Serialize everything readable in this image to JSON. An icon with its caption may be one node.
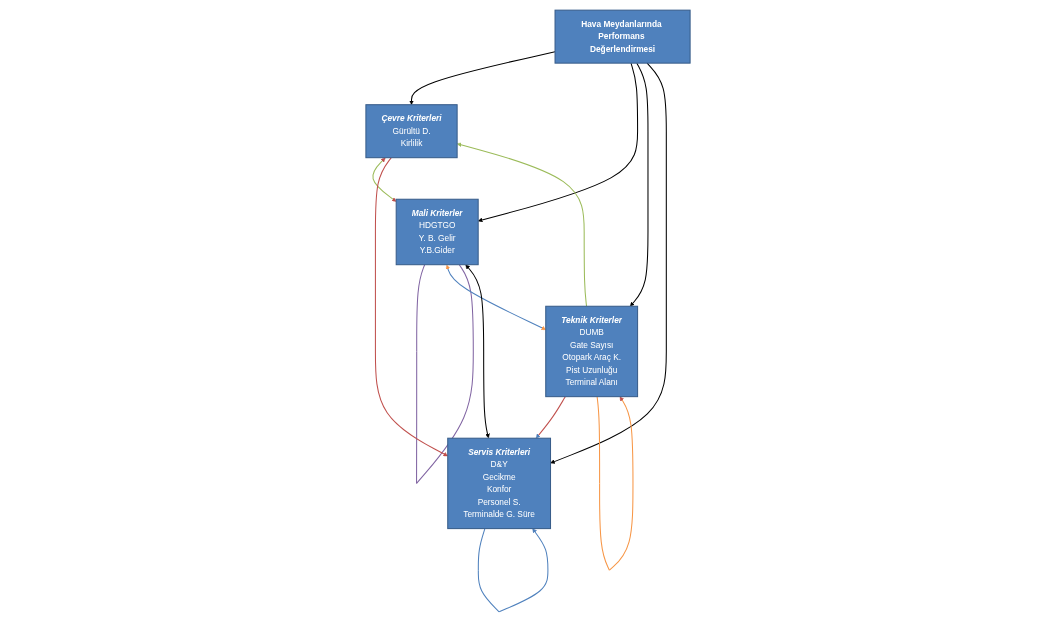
{
  "diagram": {
    "nodes": [
      {
        "text": [
          "Hava Meydanlarında Performans Değerlendirmesi"
        ]
      },
      {
        "text": [
          "Çevre Kriterleri",
          "Gürültü D.",
          "Kirlilik"
        ]
      },
      {
        "text": [
          "Mali Kriterler",
          "HDGTGO",
          "Y. B. Gelir",
          "Y.B.Gider"
        ]
      },
      {
        "text": [
          "Teknik Kriterler",
          "DUMB",
          "Gate Sayısı",
          "Otopark Araç K.",
          "Pist Uzunluğu",
          "Terminal Alanı"
        ]
      },
      {
        "text": [
          "Servis Kriterleri",
          "D&Y",
          "Gecikme",
          "Konfor",
          "Personel S.",
          "Terminalde G. Süre"
        ]
      }
    ],
    "edges": [
      {
        "from": 0,
        "to": 1,
        "arrow": "to"
      },
      {
        "from": 0,
        "to": 2,
        "arrow": "to"
      },
      {
        "from": 0,
        "to": 3,
        "arrow": "to"
      },
      {
        "from": 0,
        "to": 4,
        "arrow": "to"
      },
      {
        "from": 2,
        "to": 2,
        "arrow": "none",
        "color": "#8064a2"
      },
      {
        "from": 1,
        "to": 2,
        "arrow": "both",
        "color": "#9bbb59"
      },
      {
        "from": 2,
        "to": 3,
        "arrow": "both",
        "color": "#4f81bd"
      },
      {
        "from": 3,
        "to": 4,
        "arrow": "to",
        "color": "#c0504d"
      },
      {
        "from": 3,
        "to": 3,
        "arrow": "to",
        "color": "#f79646"
      },
      {
        "from": 4,
        "to": 4,
        "arrow": "to",
        "color": "#4f81bd"
      },
      {
        "from": 3,
        "to": 1,
        "arrow": "to",
        "color": "#9bbb59"
      },
      {
        "from": 4,
        "to": 2,
        "arrow": "both"
      },
      {
        "from": 1,
        "to": 4,
        "arrow": "to",
        "color": "#c0504d"
      }
    ]
  }
}
